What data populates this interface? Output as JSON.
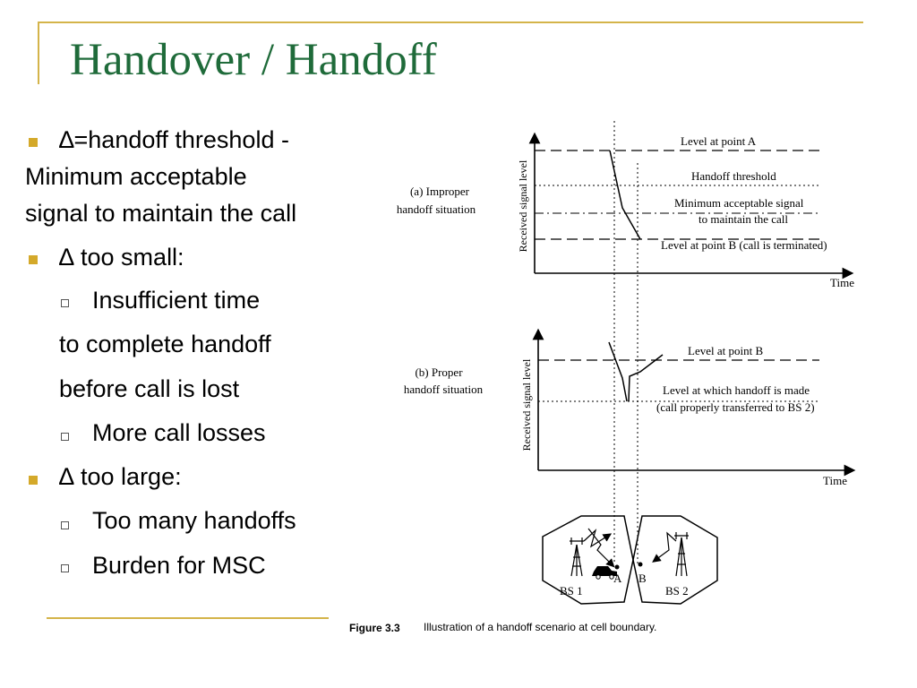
{
  "slide": {
    "title": "Handover / Handoff"
  },
  "bullets": {
    "b1_line1": "∆=handoff threshold -",
    "b1_line2": "Minimum acceptable",
    "b1_line3": "signal to maintain the call",
    "b2": "∆ too small:",
    "b2_sub1": "Insufficient time",
    "b2_cont1": "to complete handoff",
    "b2_cont2": "before call is lost",
    "b2_sub2": "More call losses",
    "b3": "∆ too large:",
    "b3_sub1": "Too many handoffs",
    "b3_sub2": "Burden for MSC"
  },
  "figure": {
    "panel_a_label_1": "(a) Improper",
    "panel_a_label_2": "handoff situation",
    "panel_a_ylabel": "Received signal level",
    "panel_a_xlabel": "Time",
    "panel_a_level_a": "Level at point A",
    "panel_a_handoff_threshold": "Handoff threshold",
    "panel_a_min_1": "Minimum acceptable signal",
    "panel_a_min_2": "to maintain the call",
    "panel_a_level_b": "Level at point B (call is terminated)",
    "panel_b_label_1": "(b) Proper",
    "panel_b_label_2": "handoff situation",
    "panel_b_ylabel": "Received signal level",
    "panel_b_xlabel": "Time",
    "panel_b_level_b": "Level at point B",
    "panel_b_handoff_1": "Level at which handoff is made",
    "panel_b_handoff_2": "(call properly transferred to BS 2)",
    "bs1": "BS 1",
    "bs2": "BS 2",
    "point_a": "A",
    "point_b": "B",
    "caption_label": "Figure 3.3",
    "caption_text": "Illustration of a handoff scenario at cell boundary."
  },
  "colors": {
    "title_green": "#1f6b3a",
    "accent_gold": "#d4b44a"
  }
}
